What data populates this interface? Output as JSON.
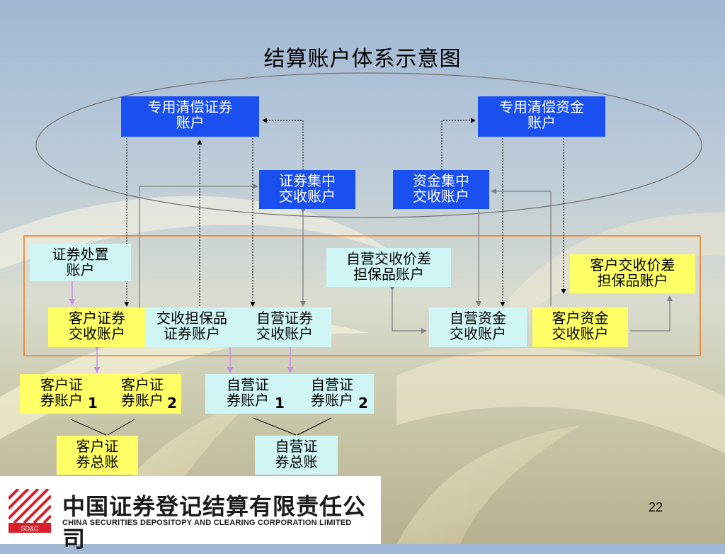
{
  "title": "结算账户体系示意图",
  "nodes": {
    "zyqczq": "专用清偿证券\n账户",
    "zyqczj": "专用清偿资金\n账户",
    "zqjz": "证券集中\n交收账户",
    "zjjz": "资金集中\n交收账户",
    "zqczzh": "证券处置\n账户",
    "zyjsjc": "自营交收价差\n担保品账户",
    "khjsjc": "客户交收价差\n担保品账户",
    "khzqjs": "客户证券\n交收账户",
    "jsdbp": "交收担保品\n证券账户",
    "zyzqjs": "自营证券\n交收账户",
    "zyzjjs": "自营资金\n交收账户",
    "khzjjs": "客户资金\n交收账户",
    "khzq1_a": "客户证\n券账户",
    "khzq1_b": "1",
    "khzq2_a": "客户证\n券账户",
    "khzq2_b": "2",
    "zyzq1_a": "自营证\n券账户",
    "zyzq1_b": "1",
    "zyzq2_a": "自营证\n券账户",
    "zyzq2_b": "2",
    "khzqzz": "客户证\n券总账",
    "zyzqzz": "自营证\n券总账"
  },
  "footer": {
    "company_cn": "中国证券登记结算有限责任公司",
    "company_en": "CHINA SECURITIES DEPOSITOPY AND CLEARING CORPORATION LIMITED",
    "logo_text": "SD&C"
  },
  "page_number": "22",
  "colors": {
    "blue_box": "#1a4ff0",
    "cyan_box": "#cff5f5",
    "yellow_box": "#ffff66",
    "orange_frame": "#f07a1a",
    "purple_arrow": "#c58ee6",
    "gray_arrow": "#808080"
  }
}
